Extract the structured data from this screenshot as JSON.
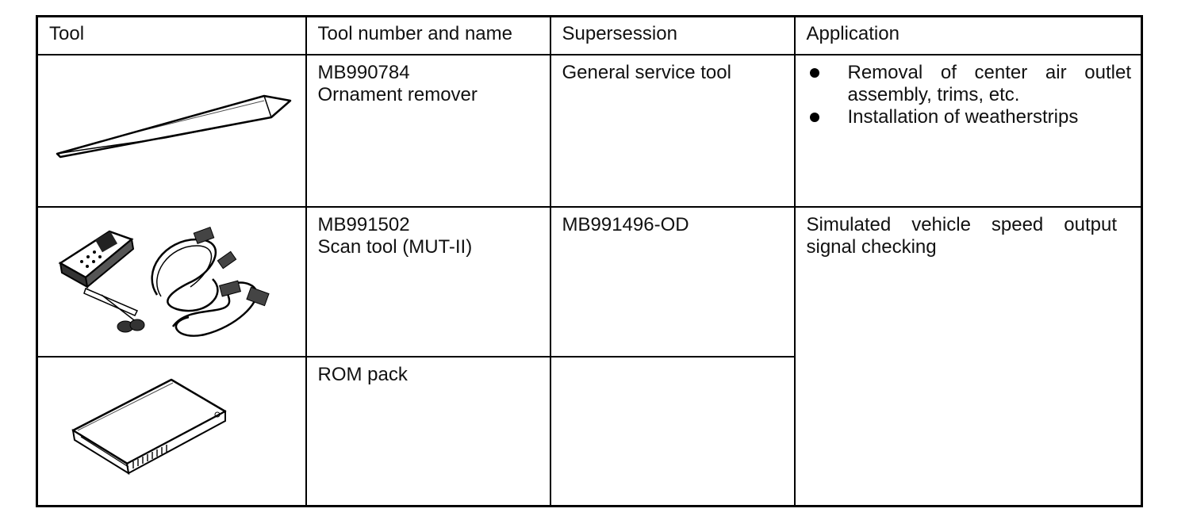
{
  "headers": {
    "tool": "Tool",
    "number_name": "Tool number and name",
    "supersession": "Supersession",
    "application": "Application"
  },
  "rows": [
    {
      "image": "ornament-remover-illustration",
      "number": "MB990784",
      "name": "Ornament remover",
      "supersession": "General service tool",
      "application": [
        "Removal of center air outlet assembly, trims, etc.",
        "Installation of weatherstrips"
      ]
    },
    {
      "image": "scan-tool-illustration",
      "number": "MB991502",
      "name": "Scan tool (MUT-II)",
      "supersession": "MB991496-OD",
      "application": "Simulated vehicle speed output signal checking"
    },
    {
      "image": "rom-pack-illustration",
      "number": "",
      "name": "ROM pack",
      "supersession": ""
    }
  ]
}
